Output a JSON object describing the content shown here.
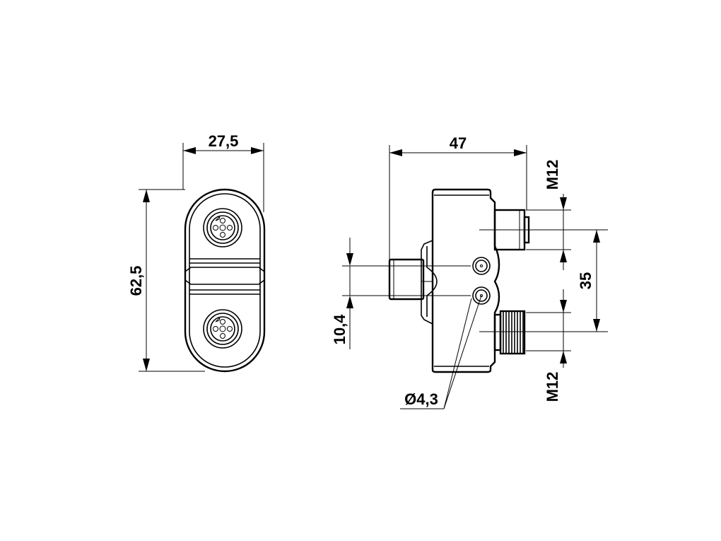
{
  "dimensions": {
    "front_width": "27,5",
    "front_height": "62,5",
    "side_width": "47",
    "thread_top": "M12",
    "thread_bottom": "M12",
    "connector_spacing": "35",
    "hole_spacing": "10,4",
    "hole_diameter": "Ø4,3"
  },
  "colors": {
    "line": "#000000",
    "background": "#ffffff"
  }
}
